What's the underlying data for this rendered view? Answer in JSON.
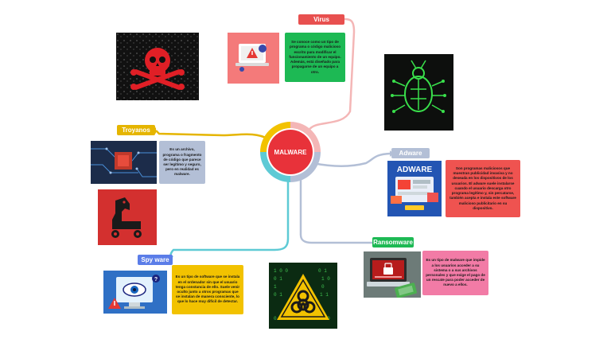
{
  "center": {
    "title": "MALWARE"
  },
  "branches": {
    "virus": {
      "label": "Virus",
      "color": "#e8504f",
      "note": "Se conoce como un tipo de programa o código malicioso escrito para modificar el funcionamiento de un equipo. Además, está diseñado para propagarse de un equipo a otro.",
      "note_color": "#1db954"
    },
    "troyanos": {
      "label": "Troyanos",
      "color": "#e5b500",
      "note": "Es un archivo, programa o fragmento de código que parece ser legítimo y seguro, pero en realidad es malware.",
      "note_color": "#b3bfd6"
    },
    "adware": {
      "label": "Adware",
      "color": "#b3bfd6",
      "note": "Son programas maliciosos que muestran publicidad invasiva y no deseada en los dispositivos de los usuarios. El adware suele instalarse cuando el usuario descarga otro programa legítimo y, sin percatarse, también acepta e instala este software malicioso publicitario en su dispositivo.",
      "note_color": "#ef5350"
    },
    "spyware": {
      "label": "Spy ware",
      "color": "#5b7de8",
      "note": "Es un tipo de software que se instala en el ordenador sin que el usuario tenga constancia de ello. Suele venir oculto junto a otros programas que se instalan de manera consciente, lo que lo hace muy difícil de detectar.",
      "note_color": "#f2c200"
    },
    "ransomware": {
      "label": "Ransomware",
      "color": "#1db954",
      "note": "Es un tipo de malware que impide a los usuarios acceder a su sistema o a sus archivos personales y que exige el pago de un rescate para poder acceder de nuevo a ellos.",
      "note_color": "#f27ba6"
    }
  },
  "colors": {
    "ring_top": "#f2c200",
    "ring_right_top": "#f4b6b6",
    "ring_right_bottom": "#b3bfd6",
    "ring_bottom": "#5ecad5",
    "line_virus": "#f4b6b6",
    "line_troyanos": "#e5b500",
    "line_adware": "#b3bfd6",
    "line_spyware": "#5ecad5",
    "line_ransomware": "#b3bfd6"
  },
  "images": {
    "skull_img": "skull-crossbones-image",
    "virus_laptop_img": "infected-laptop-image",
    "bug_img": "circuit-bug-image",
    "circuit_img": "circuit-board-image",
    "trojan_img": "trojan-horse-image",
    "adware_img": "adware-ads-image",
    "spy_img": "spyware-monitor-image",
    "biohazard_img": "biohazard-binary-image",
    "ransom_img": "ransomware-laptop-image"
  }
}
